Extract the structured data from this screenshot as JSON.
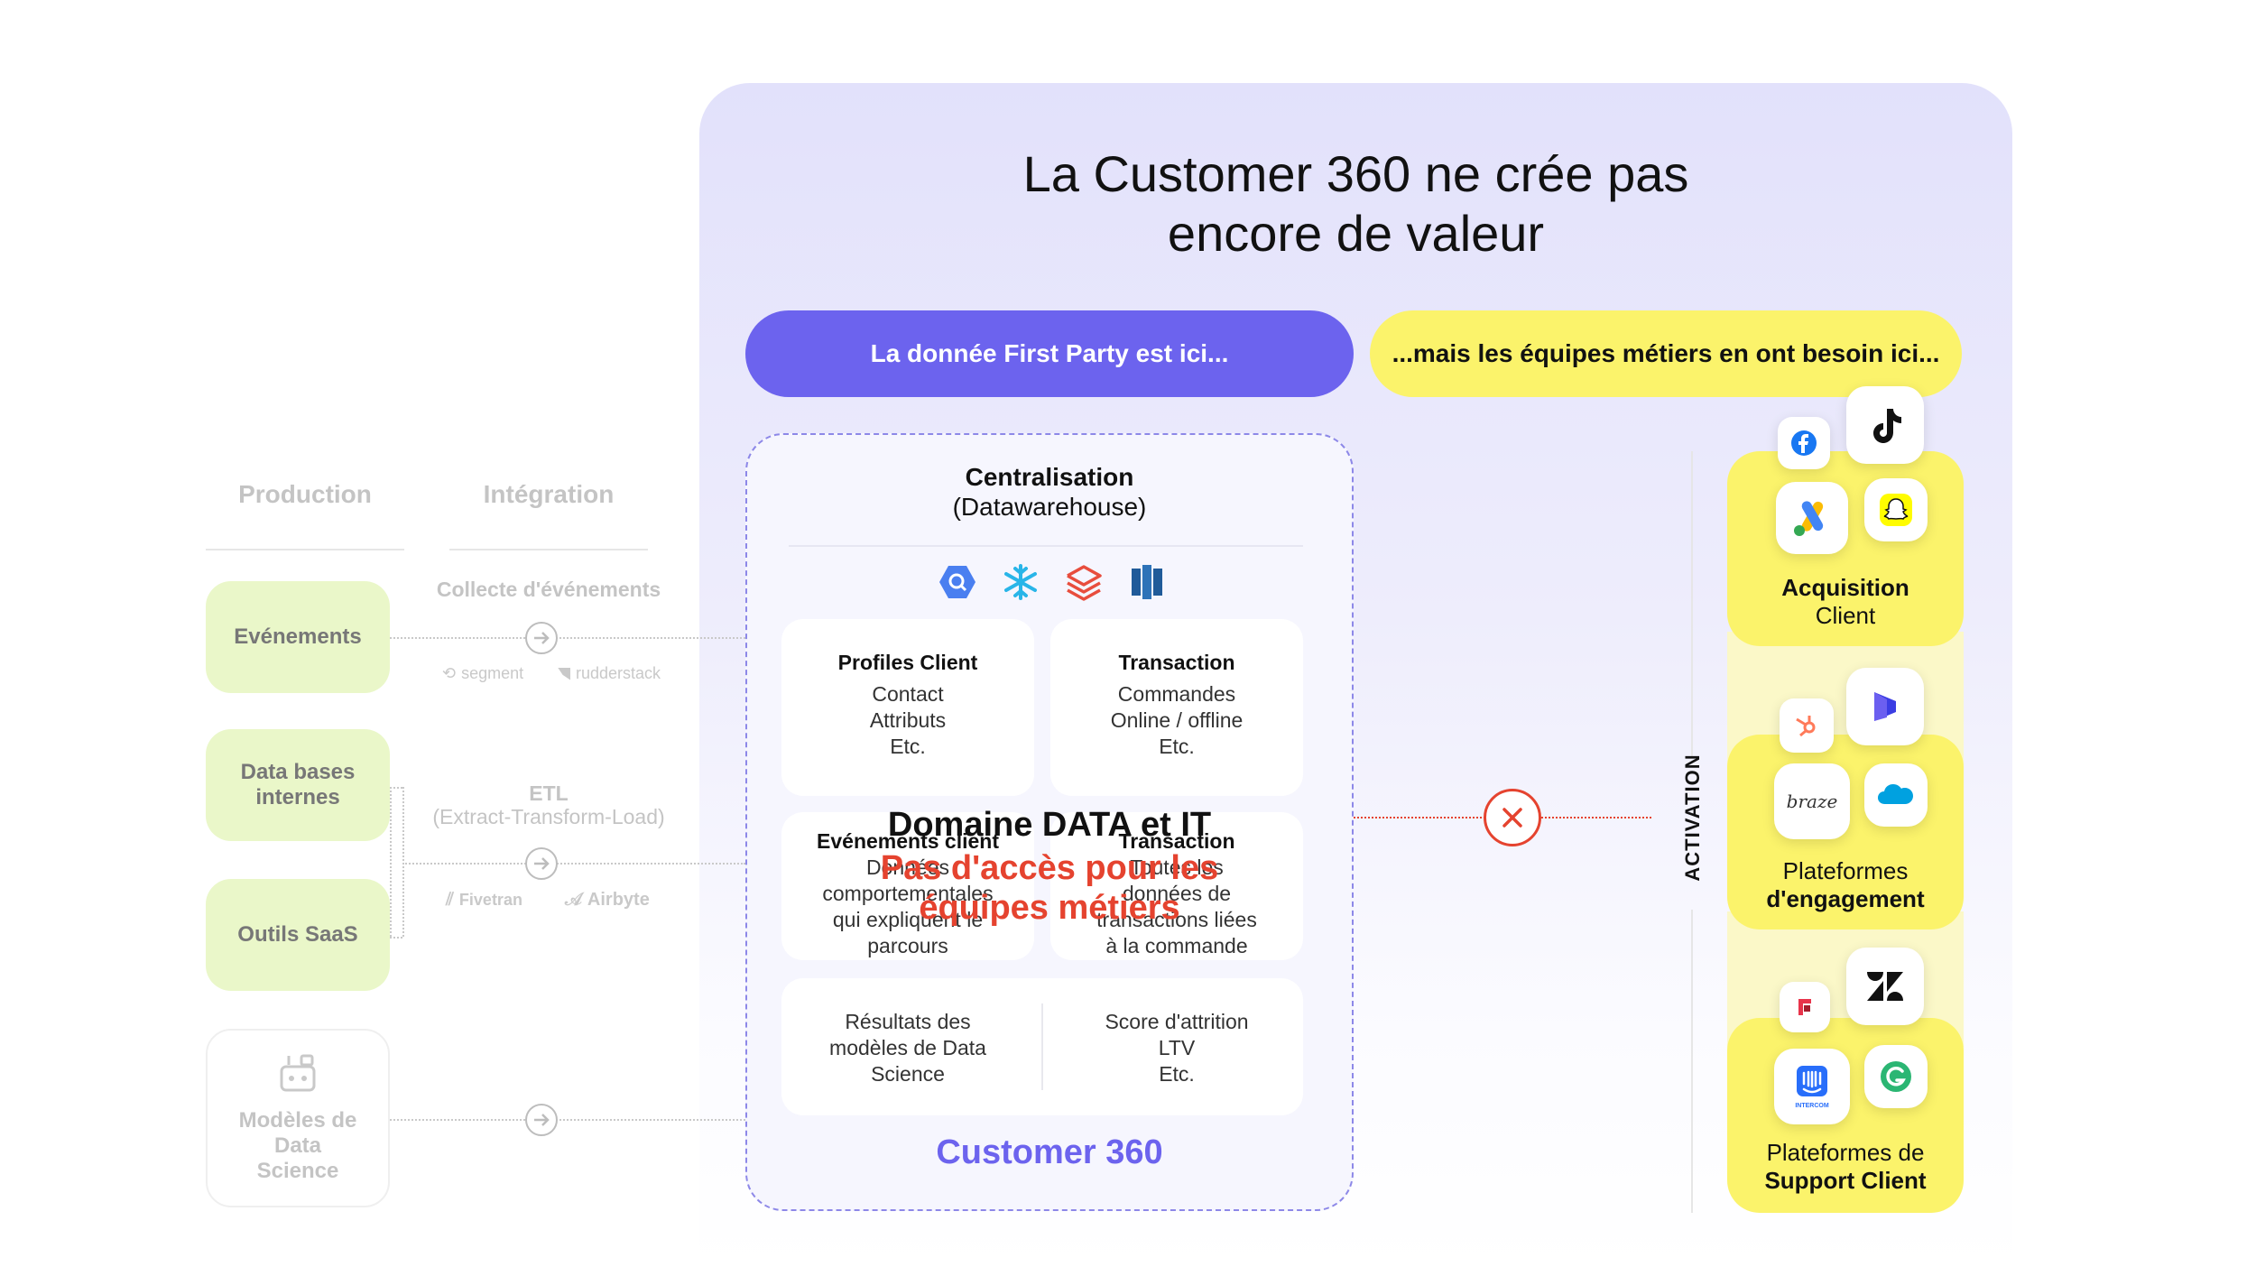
{
  "title": {
    "line1": "La Customer 360 ne crée pas",
    "line2": "encore de valeur"
  },
  "pills": {
    "left": "La donnée First Party est ici...",
    "right": "...mais les équipes métiers en ont besoin ici..."
  },
  "columns": {
    "production": "Production",
    "integration": "Intégration"
  },
  "sources": {
    "events": "Evénements",
    "databases_line1": "Data bases",
    "databases_line2": "internes",
    "saas": "Outils SaaS",
    "ds_line1": "Modèles de",
    "ds_line2": "Data",
    "ds_line3": "Science"
  },
  "integration": {
    "collect": "Collecte d'événements",
    "logo_segment": "segment",
    "logo_rudderstack": "rudderstack",
    "etl": "ETL",
    "etl_full": "(Extract-Transform-Load)",
    "logo_fivetran": "Fivetran",
    "logo_airbyte": "Airbyte"
  },
  "centralisation": {
    "title": "Centralisation",
    "subtitle": "(Datawarehouse)"
  },
  "cards": {
    "profiles": {
      "title": "Profiles Client",
      "l1": "Contact",
      "l2": "Attributs",
      "l3": "Etc."
    },
    "transaction": {
      "title": "Transaction",
      "l1": "Commandes",
      "l2": "Online / offline",
      "l3": "Etc."
    },
    "events": {
      "title": "Evénements client",
      "l1": "Données",
      "l2": "comportementales",
      "l3": "qui expliquent le",
      "l4": "parcours"
    },
    "transaction2": {
      "title": "Transaction",
      "l1": "Toutes les",
      "l2": "données de",
      "l3": "transactions liées",
      "l4": "à la commande"
    },
    "ds_results": {
      "l1": "Résultats des",
      "l2": "modèles de Data",
      "l3": "Science"
    },
    "scores": {
      "l1": "Score d'attrition",
      "l2": "LTV",
      "l3": "Etc."
    }
  },
  "overlay": {
    "domain": "Domaine DATA et IT",
    "no_access_line1": "Pas d'accès pour les",
    "no_access_line2": "équipes métiers"
  },
  "c360_label": "Customer 360",
  "activation": "ACTIVATION",
  "targets": {
    "acq_line1": "Acquisition",
    "acq_line2": "Client",
    "eng_line1": "Plateformes",
    "eng_line2": "d'engagement",
    "sup_line1": "Plateformes de",
    "sup_line2": "Support Client"
  },
  "icons": {
    "bigquery": "bigquery-icon",
    "snowflake": "snowflake-icon",
    "databricks": "databricks-icon",
    "redshift": "redshift-icon",
    "facebook": "facebook-icon",
    "tiktok": "tiktok-icon",
    "google_ads": "google-ads-icon",
    "snapchat": "snapchat-icon",
    "hubspot": "hubspot-icon",
    "dynamics": "dynamics-icon",
    "braze": "braze",
    "salesforce": "salesforce-icon",
    "front": "front-icon",
    "zendesk": "zendesk-icon",
    "intercom": "INTERCOM",
    "gorgias": "gorgias-icon"
  },
  "colors": {
    "accent_purple": "#6c63ee",
    "accent_yellow": "#fbf36b",
    "source_green": "#eaf7c9",
    "alert_red": "#e5432f",
    "panel_lavender": "#e2e1fb"
  }
}
